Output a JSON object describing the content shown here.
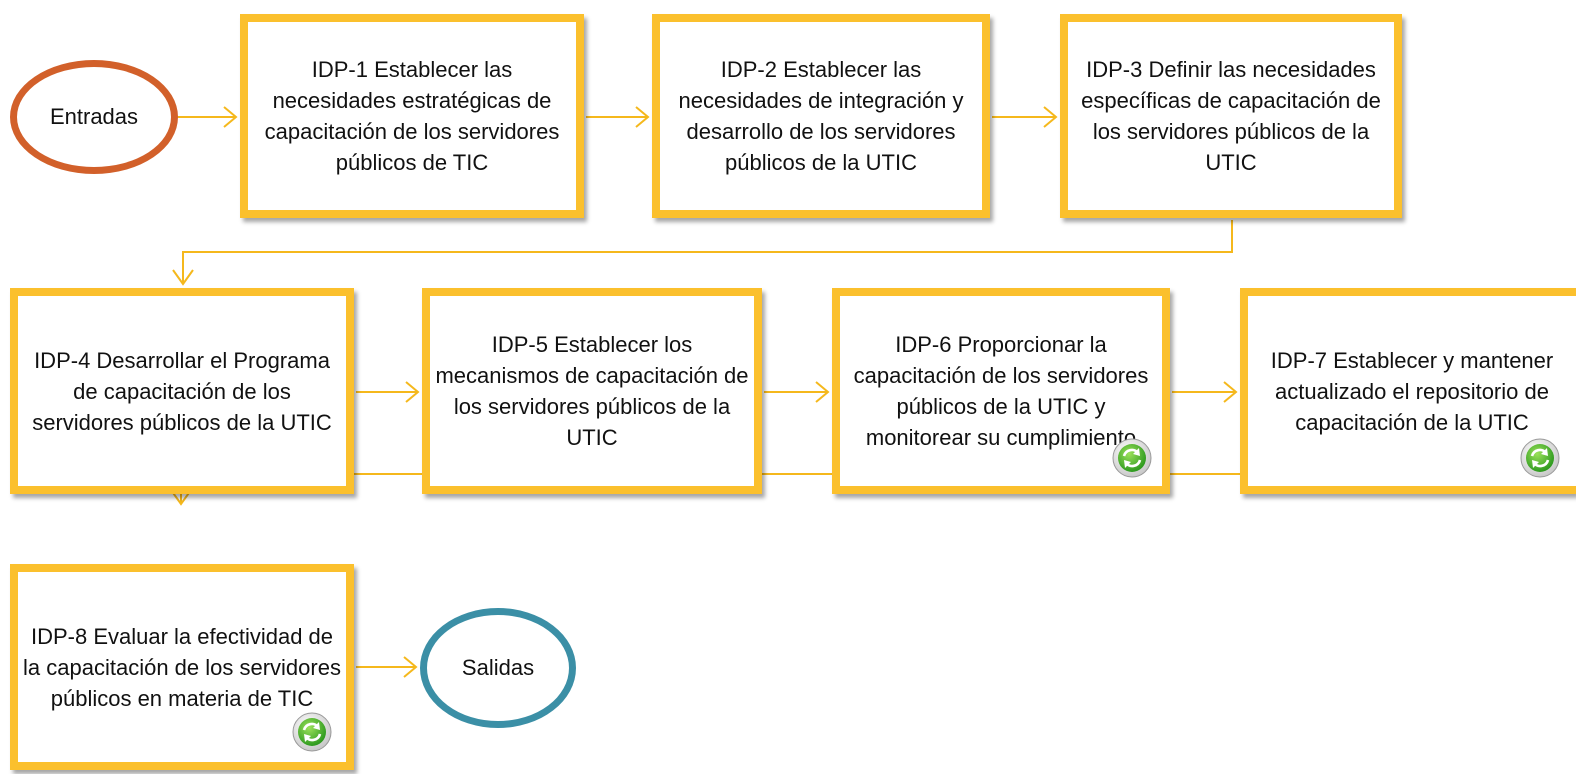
{
  "diagram": {
    "input_label": "Entradas",
    "output_label": "Salidas",
    "input_color": "#D2602A",
    "output_color": "#3B8FA6",
    "box_border_color": "#FBC02D",
    "processes": [
      {
        "label": "IDP-1 Establecer las necesidades estratégicas de capacitación de los servidores públicos de TIC"
      },
      {
        "label": "IDP-2 Establecer las necesidades de integración y desarrollo de los servidores públicos de la UTIC"
      },
      {
        "label": "IDP-3 Definir las necesidades específicas de capacitación de los servidores públicos de la UTIC"
      },
      {
        "label": "IDP-4 Desarrollar el Programa de capacitación de los servidores públicos de la UTIC"
      },
      {
        "label": "IDP-5 Establecer los mecanismos de capacitación de los servidores públicos de la UTIC"
      },
      {
        "label": "IDP-6 Proporcionar la capacitación de los servidores públicos de la UTIC y monitorear su cumplimiento",
        "icon": "refresh-icon"
      },
      {
        "label": "IDP-7 Establecer y mantener actualizado el repositorio de capacitación de la UTIC",
        "icon": "refresh-icon"
      },
      {
        "label": "IDP-8 Evaluar la efectividad de la capacitación de los servidores públicos en materia de TIC",
        "icon": "refresh-icon"
      }
    ]
  }
}
